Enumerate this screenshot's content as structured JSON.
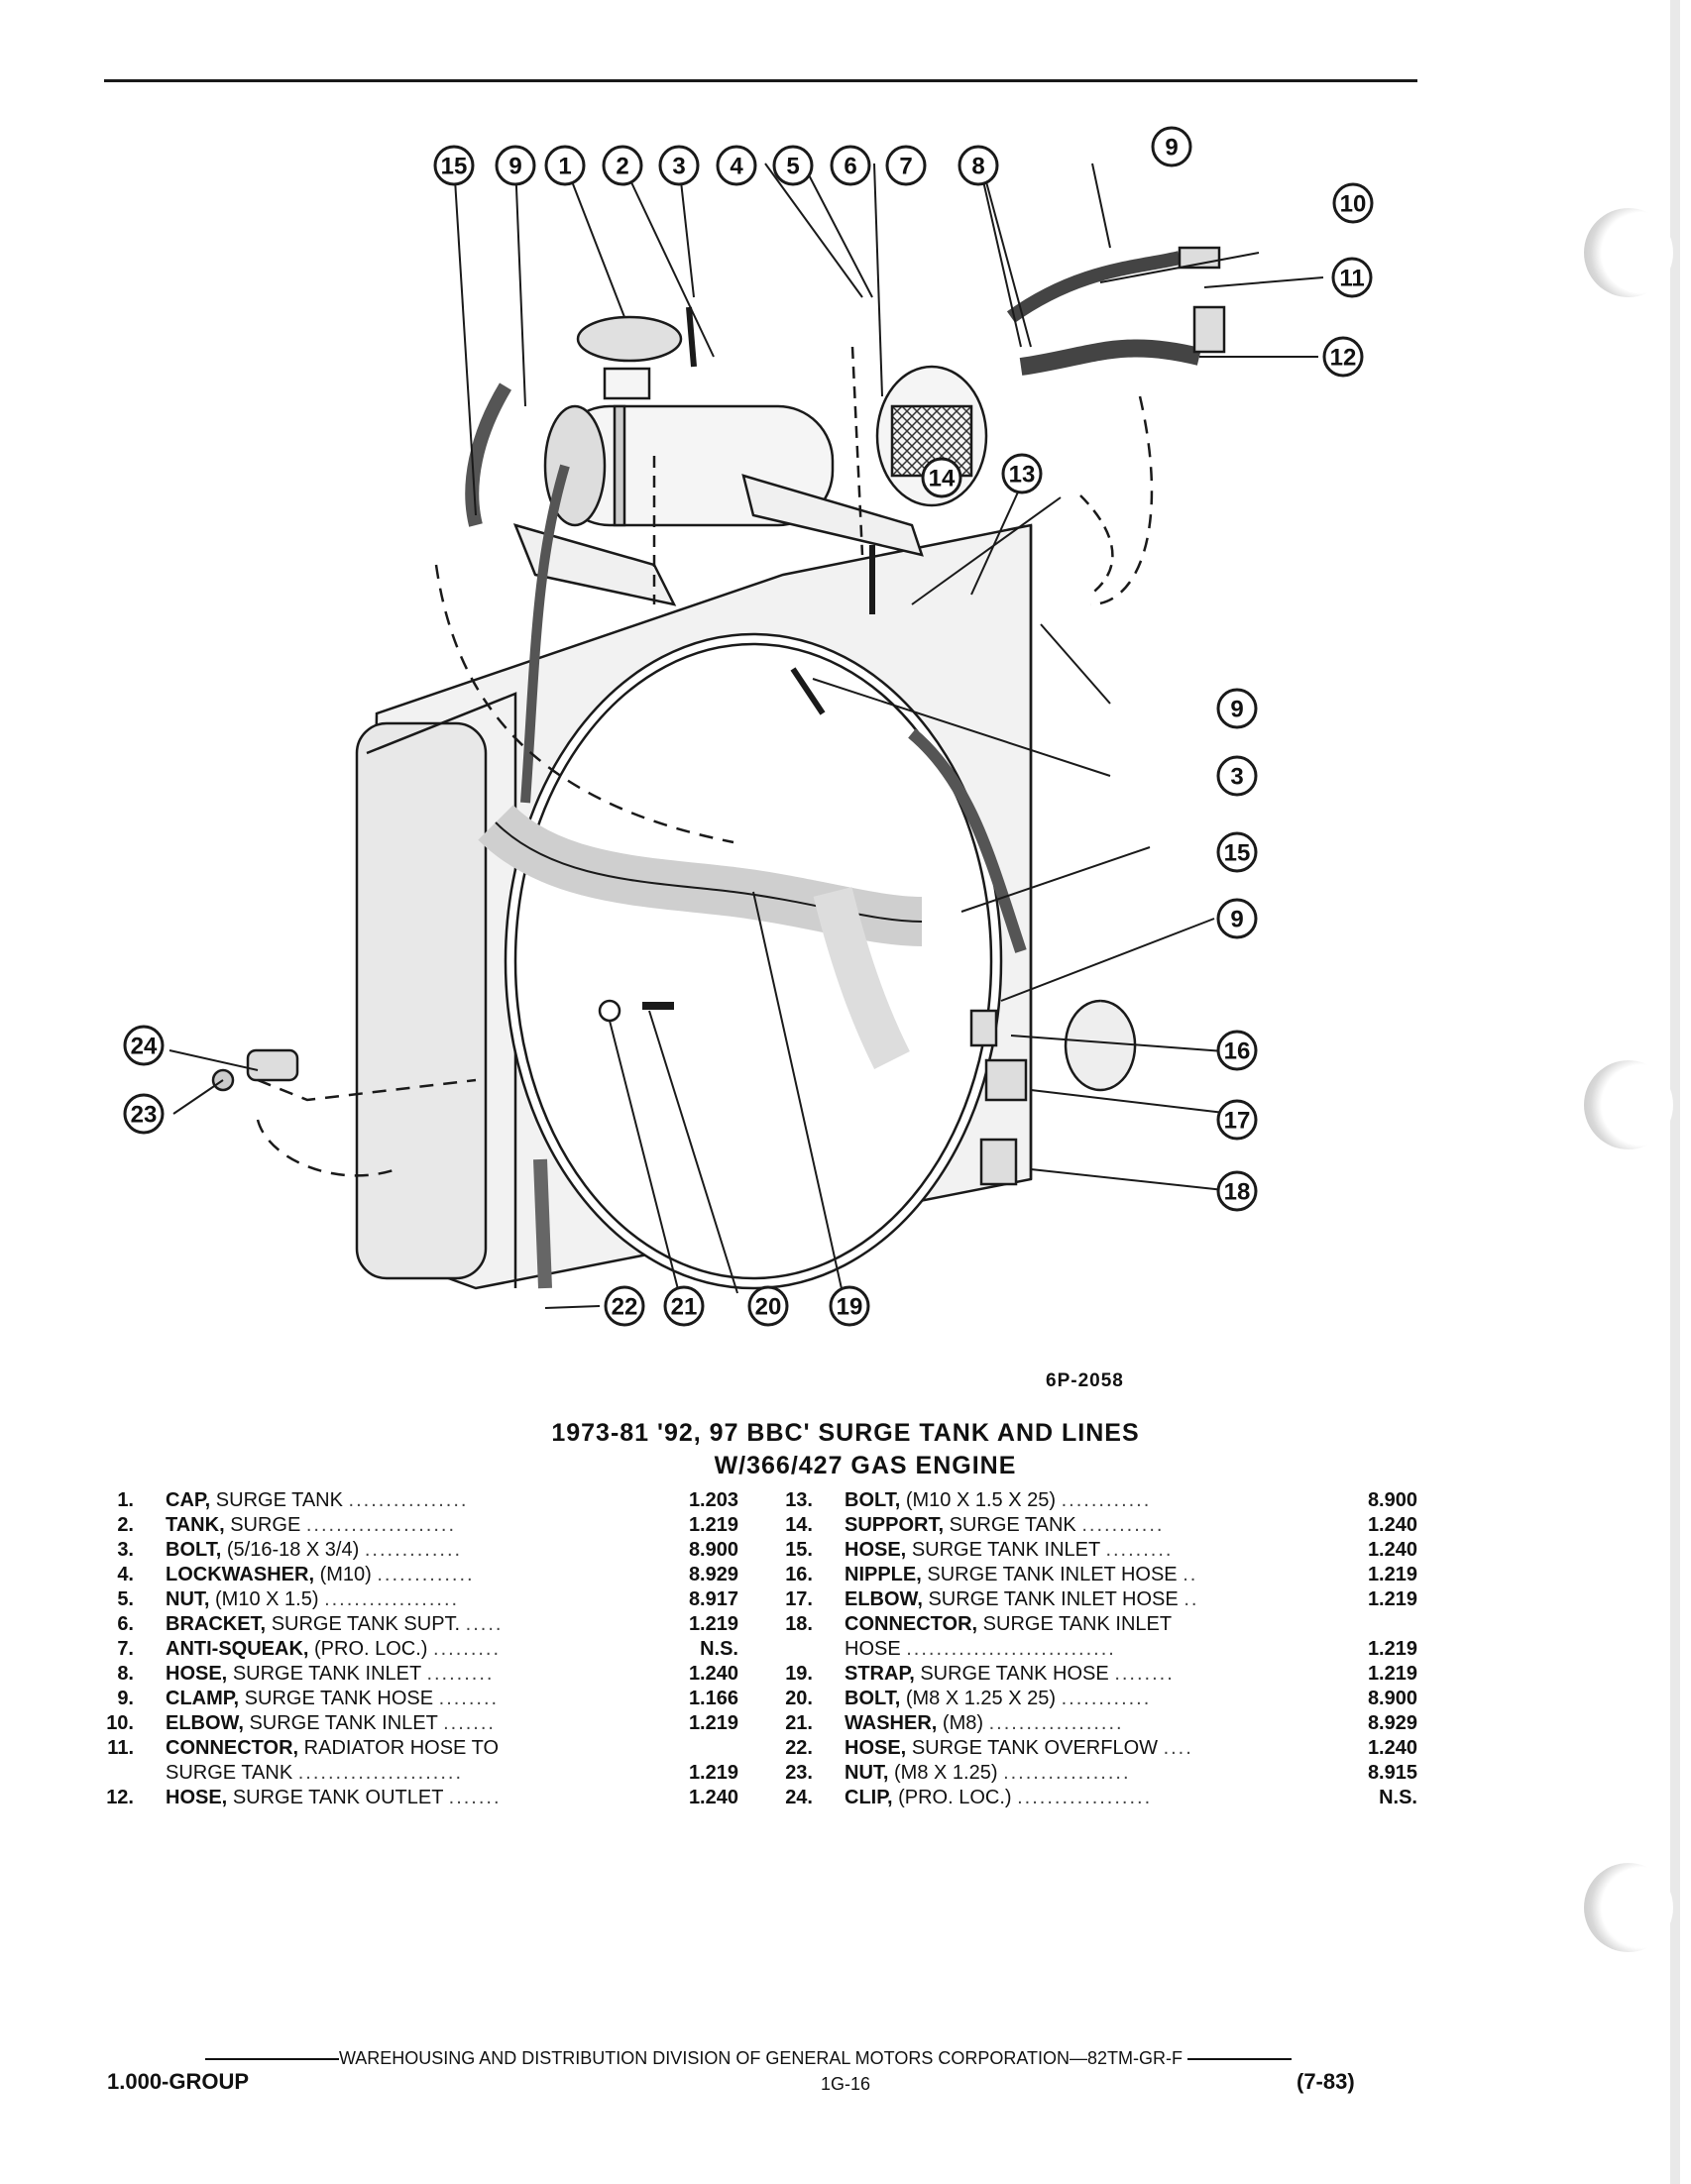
{
  "diagram": {
    "callouts": [
      "15",
      "9",
      "1",
      "2",
      "3",
      "4",
      "5",
      "6",
      "7",
      "8",
      "9",
      "10",
      "11",
      "12",
      "14",
      "13",
      "9",
      "3",
      "15",
      "9",
      "16",
      "17",
      "18",
      "24",
      "23",
      "22",
      "21",
      "20",
      "19"
    ],
    "figure_code": "6P-2058"
  },
  "title": {
    "line1": "1973-81 '92, 97 BBC' SURGE TANK AND LINES",
    "line2": "W/366/427 GAS ENGINE"
  },
  "parts_left": [
    {
      "num": "1.",
      "name": "CAP,",
      "desc": "SURGE TANK",
      "dots": "................",
      "val": "1.203"
    },
    {
      "num": "2.",
      "name": "TANK,",
      "desc": "SURGE",
      "dots": "....................",
      "val": "1.219"
    },
    {
      "num": "3.",
      "name": "BOLT,",
      "desc": "(5/16-18 X 3/4)",
      "dots": ".............",
      "val": "8.900"
    },
    {
      "num": "4.",
      "name": "LOCKWASHER,",
      "desc": "(M10)",
      "dots": ".............",
      "val": "8.929"
    },
    {
      "num": "5.",
      "name": "NUT,",
      "desc": "(M10 X 1.5)",
      "dots": "..................",
      "val": "8.917"
    },
    {
      "num": "6.",
      "name": "BRACKET,",
      "desc": "SURGE TANK SUPT.",
      "dots": ".....",
      "val": "1.219"
    },
    {
      "num": "7.",
      "name": "ANTI-SQUEAK,",
      "desc": "(PRO. LOC.)",
      "dots": ".........",
      "val": "N.S."
    },
    {
      "num": "8.",
      "name": "HOSE,",
      "desc": "SURGE TANK INLET",
      "dots": ".........",
      "val": "1.240"
    },
    {
      "num": "9.",
      "name": "CLAMP,",
      "desc": "SURGE TANK HOSE",
      "dots": "........",
      "val": "1.166"
    },
    {
      "num": "10.",
      "name": "ELBOW,",
      "desc": "SURGE TANK INLET",
      "dots": ".......",
      "val": "1.219"
    },
    {
      "num": "11.",
      "name": "CONNECTOR,",
      "desc": "RADIATOR HOSE TO",
      "dots": "",
      "val": ""
    },
    {
      "num": "",
      "name": "",
      "desc": "SURGE TANK",
      "dots": "......................",
      "val": "1.219"
    },
    {
      "num": "12.",
      "name": "HOSE,",
      "desc": "SURGE TANK OUTLET",
      "dots": ".......",
      "val": "1.240"
    }
  ],
  "parts_right": [
    {
      "num": "13.",
      "name": "BOLT,",
      "desc": "(M10 X 1.5 X 25)",
      "dots": "............",
      "val": "8.900"
    },
    {
      "num": "14.",
      "name": "SUPPORT,",
      "desc": "SURGE TANK",
      "dots": "...........",
      "val": "1.240"
    },
    {
      "num": "15.",
      "name": "HOSE,",
      "desc": "SURGE TANK INLET",
      "dots": ".........",
      "val": "1.240"
    },
    {
      "num": "16.",
      "name": "NIPPLE,",
      "desc": "SURGE TANK INLET HOSE",
      "dots": "..",
      "val": "1.219"
    },
    {
      "num": "17.",
      "name": "ELBOW,",
      "desc": "SURGE TANK INLET HOSE",
      "dots": "..",
      "val": "1.219"
    },
    {
      "num": "18.",
      "name": "CONNECTOR,",
      "desc": "SURGE TANK INLET",
      "dots": "",
      "val": ""
    },
    {
      "num": "",
      "name": "",
      "desc": "HOSE",
      "dots": "............................",
      "val": "1.219"
    },
    {
      "num": "19.",
      "name": "STRAP,",
      "desc": "SURGE TANK HOSE",
      "dots": "........",
      "val": "1.219"
    },
    {
      "num": "20.",
      "name": "BOLT,",
      "desc": "(M8 X 1.25 X 25)",
      "dots": "............",
      "val": "8.900"
    },
    {
      "num": "21.",
      "name": "WASHER,",
      "desc": "(M8)",
      "dots": "..................",
      "val": "8.929"
    },
    {
      "num": "22.",
      "name": "HOSE,",
      "desc": "SURGE TANK OVERFLOW",
      "dots": "....",
      "val": "1.240"
    },
    {
      "num": "23.",
      "name": "NUT,",
      "desc": "(M8 X 1.25)",
      "dots": ".................",
      "val": "8.915"
    },
    {
      "num": "24.",
      "name": "CLIP,",
      "desc": "(PRO. LOC.)",
      "dots": "..................",
      "val": "N.S."
    }
  ],
  "footer": {
    "division": "WAREHOUSING AND DISTRIBUTION DIVISION OF GENERAL MOTORS CORPORATION—82TM-GR-F",
    "group": "1.000-GROUP",
    "page": "1G-16",
    "date": "(7-83)"
  }
}
